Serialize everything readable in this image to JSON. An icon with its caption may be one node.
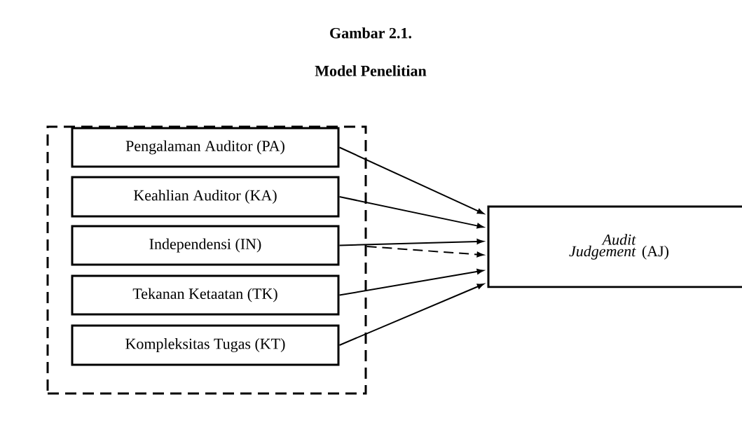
{
  "diagram": {
    "title": "Gambar 2.1.",
    "nodes": [
      {
        "text": [],
        "shape": "box"
      },
      {
        "text": [
          "Pengalaman Auditor (PA)"
        ],
        "in": 0
      },
      {
        "text": [
          "Keahlian Auditor (KA)"
        ],
        "in": 0
      },
      {
        "text": [
          "Independensi (IN)"
        ],
        "in": 0
      },
      {
        "text": [
          "Tekanan Ketaatan (TK)"
        ],
        "in": 0
      },
      {
        "text": [
          "Kompleksitas Tugas (KT)"
        ],
        "in": 0
      },
      {
        "text": [
          "*Audit Judgement* (AJ)"
        ]
      }
    ],
    "edges": [
      {
        "from": 1,
        "to": 6,
        "arrow": "to"
      },
      {
        "from": 2,
        "to": 6,
        "arrow": "to"
      },
      {
        "from": 3,
        "to": 6,
        "arrow": "to"
      },
      {
        "from": 4,
        "to": 6,
        "arrow": "to"
      },
      {
        "from": 5,
        "to": 6,
        "arrow": "to"
      },
      {
        "from": 0,
        "to": 6,
        "arrow": "to",
        "style": "dashed"
      }
    ],
    "labels": [
      "Model Penelitian"
    ]
  }
}
